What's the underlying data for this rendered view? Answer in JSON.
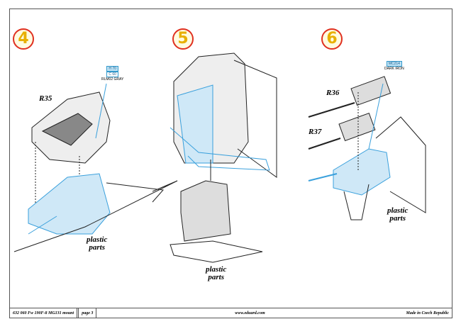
{
  "steps": [
    "4",
    "5",
    "6"
  ],
  "parts": {
    "r35": "R35",
    "r36": "R36",
    "r37": "R37"
  },
  "plastic_parts": [
    {
      "line1": "plastic",
      "line2": "parts"
    },
    {
      "line1": "plastic",
      "line2": "parts"
    },
    {
      "line1": "plastic",
      "line2": "parts"
    }
  ],
  "paint_step4": {
    "code1": "H 70",
    "code2": "C 60",
    "name": "RLM02 GRAY"
  },
  "paint_step6": {
    "code": "MC214",
    "name": "DARK IRON"
  },
  "footer": {
    "product": "632 060  Fw 190F-8 MG131 mount",
    "page": "page 3",
    "website": "www.eduard.com",
    "origin": "Made in Czech Republic"
  },
  "colors": {
    "blue": "#3aa0dc",
    "red": "#e03020",
    "yellow": "#e8b000"
  }
}
